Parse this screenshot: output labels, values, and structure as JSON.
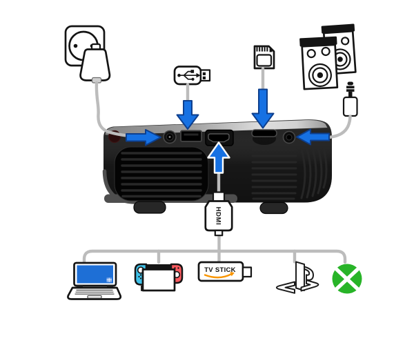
{
  "colors": {
    "arrow-blue": "#1671E3",
    "arrow-outline": "#0D3F8E",
    "cable-gray": "#BCBCBC",
    "line-black": "#141414",
    "projector-dark": "#1C1C1C",
    "xbox-green": "#28B428",
    "amazon-orange": "#F99500",
    "switch-blue": "#3FC1E8",
    "switch-red": "#F95A5F",
    "laptop-screen-blue": "#1E6FD6"
  },
  "labels": {
    "hdmi-connector": "HDMI",
    "tv-stick": "TV STICK"
  },
  "diagram": {
    "device": "projector-rear-view",
    "rear_ports": [
      "power-jack",
      "usb-port",
      "hdmi-port",
      "sd-card-slot",
      "audio-jack-port"
    ],
    "top_connections": [
      {
        "item": "power-outlet-and-plug",
        "connects_to": "power-jack",
        "arrow_direction": "right"
      },
      {
        "item": "usb-flash-drive",
        "connects_to": "usb-port",
        "arrow_direction": "down"
      },
      {
        "item": "sd-card",
        "connects_to": "sd-card-slot",
        "arrow_direction": "down"
      },
      {
        "item": "speakers-with-aux-jack",
        "connects_to": "audio-jack-port",
        "arrow_direction": "left"
      }
    ],
    "bottom_connections": [
      {
        "item": "laptop",
        "via": "hdmi-cable"
      },
      {
        "item": "nintendo-switch",
        "via": "hdmi-cable"
      },
      {
        "item": "tv-stick",
        "via": "hdmi-cable"
      },
      {
        "item": "playstation",
        "via": "hdmi-cable"
      },
      {
        "item": "xbox",
        "via": "hdmi-cable"
      }
    ]
  }
}
